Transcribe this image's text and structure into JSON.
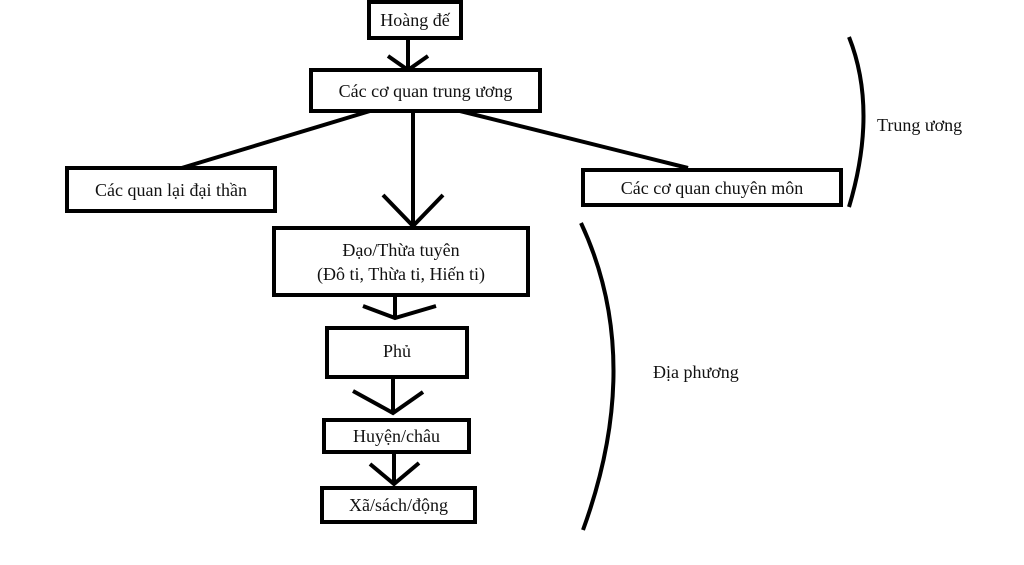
{
  "nodes": {
    "emperor": "Hoàng đế",
    "central_agencies": "Các cơ quan trung ương",
    "officials": "Các quan lại đại thần",
    "specialized_agencies": "Các cơ quan chuyên môn",
    "province_line1": "Đạo/Thừa tuyên",
    "province_line2": "(Đô ti, Thừa ti, Hiến ti)",
    "prefecture": "Phủ",
    "district": "Huyện/châu",
    "commune": "Xã/sách/động"
  },
  "groups": {
    "central": "Trung ương",
    "local": "Địa phương"
  },
  "colors": {
    "line": "#000000",
    "text": "#111111",
    "background": "#ffffff"
  }
}
